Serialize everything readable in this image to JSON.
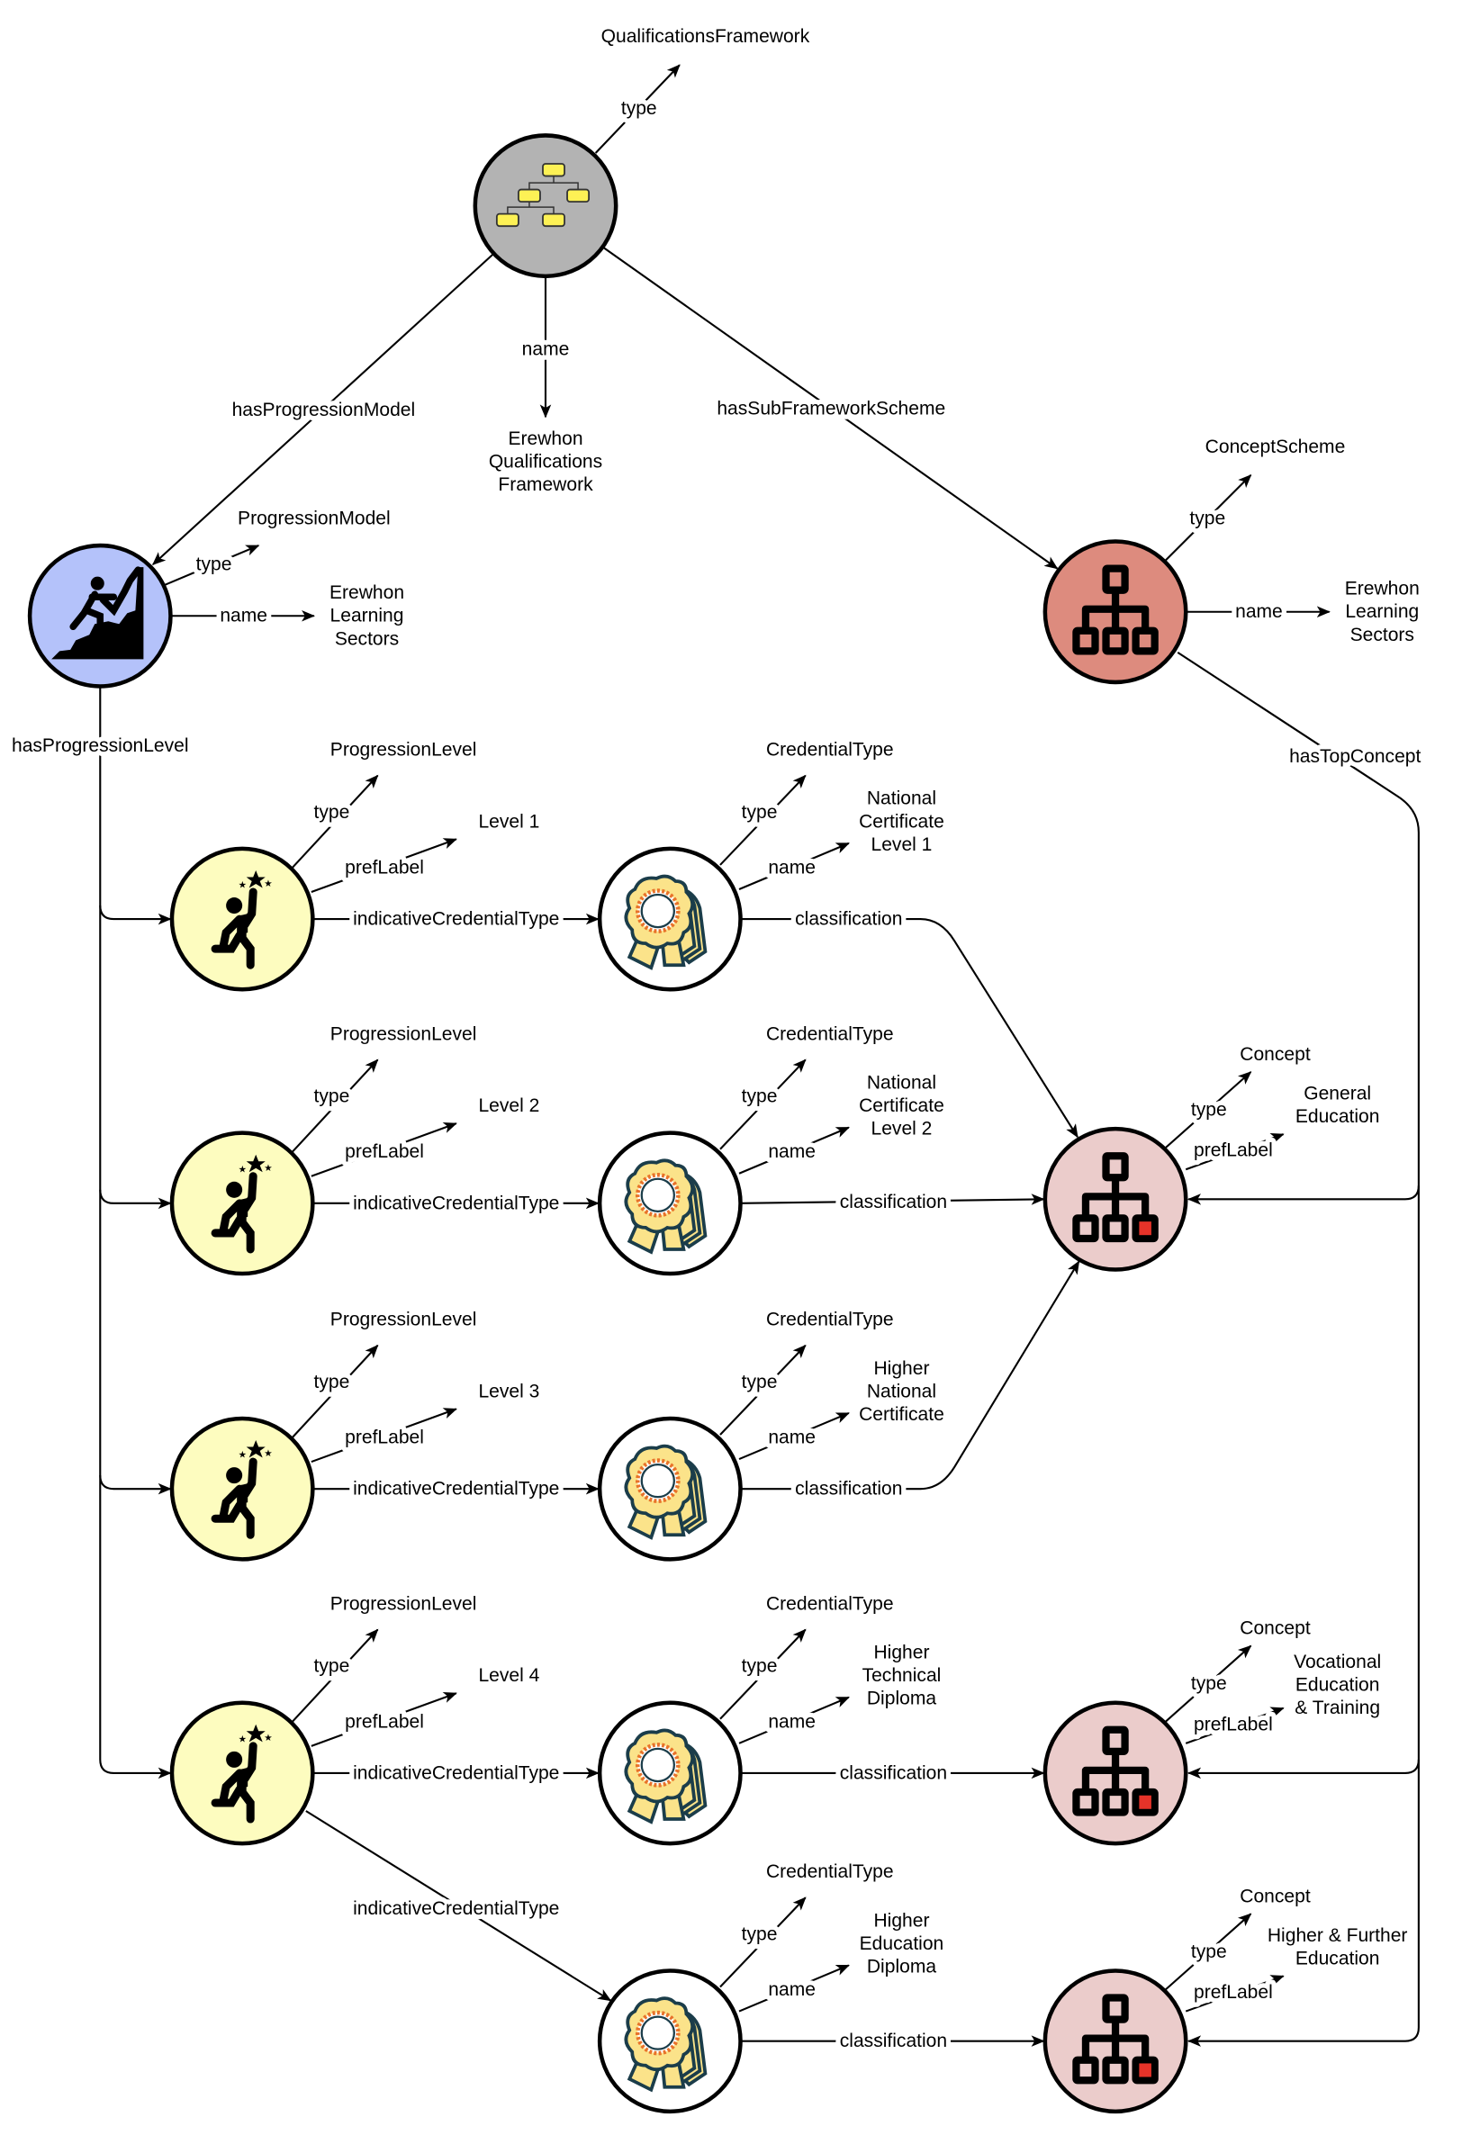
{
  "edge_labels": {
    "type": "type",
    "name": "name",
    "pref_label": "prefLabel",
    "indicative": "indicativeCredentialType",
    "classification": "classification"
  },
  "framework": {
    "type_value": "QualificationsFramework",
    "name_value": [
      "Erewhon",
      "Qualifications",
      "Framework"
    ],
    "has_progression_model": "hasProgressionModel",
    "has_sub_framework_scheme": "hasSubFrameworkScheme"
  },
  "progression_model": {
    "type_value": "ProgressionModel",
    "name_value": [
      "Erewhon",
      "Learning",
      "Sectors"
    ],
    "has_progression_level": "hasProgressionLevel"
  },
  "concept_scheme": {
    "type_value": "ConceptScheme",
    "name_value": [
      "Erewhon",
      "Learning",
      "Sectors"
    ],
    "has_top_concept": "hasTopConcept"
  },
  "levels": [
    {
      "type_value": "ProgressionLevel",
      "pref_label": "Level 1"
    },
    {
      "type_value": "ProgressionLevel",
      "pref_label": "Level 2"
    },
    {
      "type_value": "ProgressionLevel",
      "pref_label": "Level 3"
    },
    {
      "type_value": "ProgressionLevel",
      "pref_label": "Level 4"
    }
  ],
  "credentials": [
    {
      "type_value": "CredentialType",
      "name_value": [
        "National",
        "Certificate",
        "Level 1"
      ]
    },
    {
      "type_value": "CredentialType",
      "name_value": [
        "National",
        "Certificate",
        "Level 2"
      ]
    },
    {
      "type_value": "CredentialType",
      "name_value": [
        "Higher",
        "National",
        "Certificate"
      ]
    },
    {
      "type_value": "CredentialType",
      "name_value": [
        "Higher",
        "Technical",
        "Diploma"
      ]
    },
    {
      "type_value": "CredentialType",
      "name_value": [
        "Higher",
        "Education",
        "Diploma"
      ]
    }
  ],
  "concepts": [
    {
      "type_value": "Concept",
      "pref_label": [
        "General",
        "Education"
      ]
    },
    {
      "type_value": "Concept",
      "pref_label": [
        "Vocational",
        "Education",
        "& Training"
      ]
    },
    {
      "type_value": "Concept",
      "pref_label": [
        "Higher & Further",
        "Education"
      ]
    }
  ],
  "colors": {
    "framework": "#b3b3b3",
    "progression_model": "#b4c2fa",
    "concept_scheme": "#dd8b7e",
    "level": "#fdfcbf",
    "credential": "#ffffff",
    "concept": "#ebcccb",
    "accent_red": "#e63329",
    "badge_yellow": "#fbe38a",
    "badge_outline": "#1b3d4a",
    "badge_ring": "#e8722a"
  }
}
